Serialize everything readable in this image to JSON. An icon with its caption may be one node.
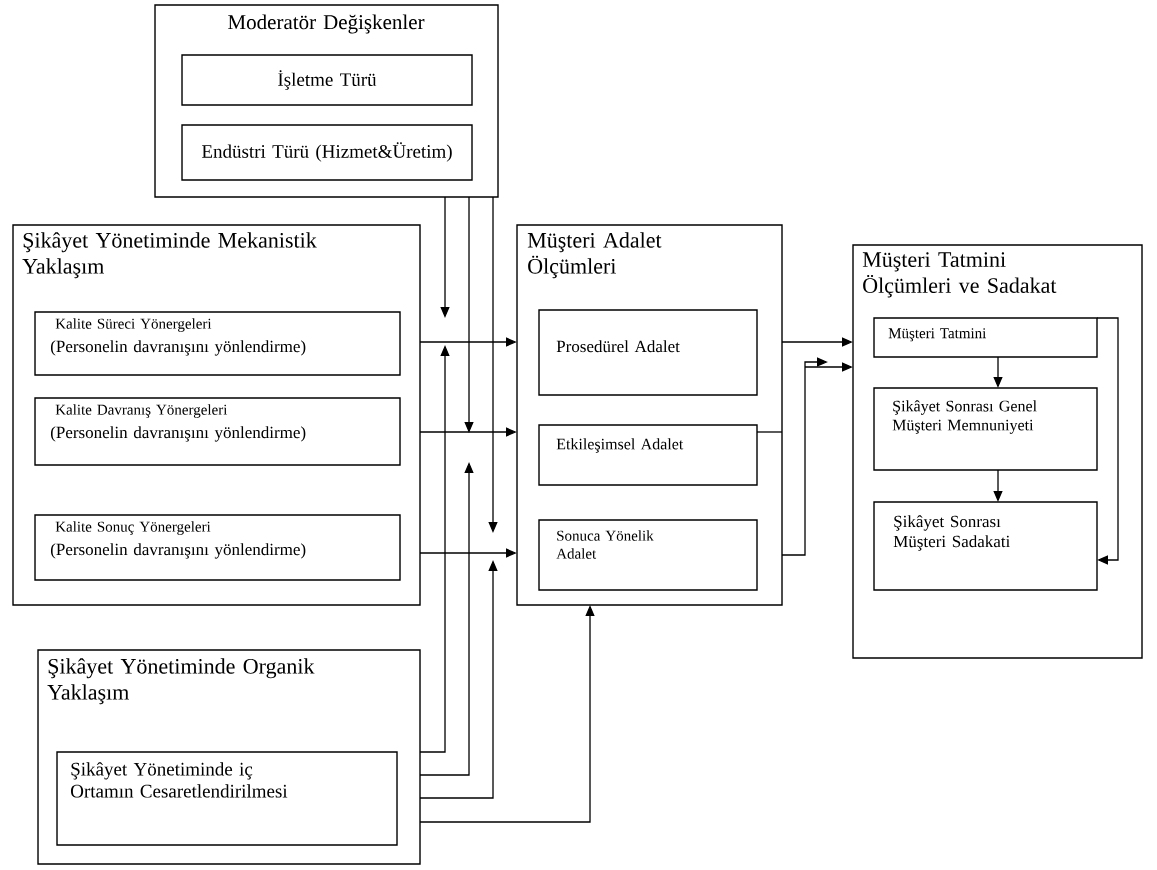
{
  "diagram": {
    "nodes": [
      {
        "text": [
          "Moderatör Değişkenler"
        ]
      },
      {
        "text": [
          "İşletme Türü"
        ],
        "in": 0
      },
      {
        "text": [
          "Endüstri Türü  (Hizmet&Üretim)"
        ],
        "in": 0
      },
      {
        "text": [
          "Şikâyet Yönetiminde Mekanistik Yaklaşım"
        ]
      },
      {
        "text": [
          "Kalite Süreci Yönergeleri",
          "(Personelin davranışını yönlendirme)"
        ],
        "in": 3
      },
      {
        "text": [
          "Kalite Davranış Yönergeleri",
          "(Personelin davranışını yönlendirme)"
        ],
        "in": 3
      },
      {
        "text": [
          "Kalite Sonuç Yönergeleri",
          "(Personelin davranışını yönlendirme)"
        ],
        "in": 3
      },
      {
        "text": [
          "Müşteri Adalet Ölçümleri"
        ]
      },
      {
        "text": [
          "Prosedürel Adalet"
        ],
        "in": 7
      },
      {
        "text": [
          "Etkileşimsel Adalet"
        ],
        "in": 7
      },
      {
        "text": [
          "Sonuca Yönelik Adalet"
        ],
        "in": 7
      },
      {
        "text": [
          "Şikâyet Yönetiminde Organik Yaklaşım"
        ]
      },
      {
        "text": [
          "Şikâyet Yönetiminde iç Ortamın Cesaretlendirilmesi"
        ],
        "in": 11
      },
      {
        "text": [
          "Müşteri Tatmini Ölçümleri ve Sadakat"
        ]
      },
      {
        "text": [
          "Müşteri Tatmini"
        ],
        "in": 13
      },
      {
        "text": [
          "Şikâyet Sonrası Genel Müşteri Memnuniyeti"
        ],
        "in": 13
      },
      {
        "text": [
          "Şikâyet Sonrası Müşteri Sadakati"
        ],
        "in": 13
      }
    ],
    "edges": [
      {
        "from": 0,
        "to": null,
        "arrow": "to"
      },
      {
        "from": 0,
        "to": null,
        "arrow": "to"
      },
      {
        "from": 0,
        "to": null,
        "arrow": "to"
      },
      {
        "from": 3,
        "to": 7,
        "arrow": "to"
      },
      {
        "from": 3,
        "to": 7,
        "arrow": "to"
      },
      {
        "from": 3,
        "to": 7,
        "arrow": "to"
      },
      {
        "from": 11,
        "to": null,
        "arrow": "to"
      },
      {
        "from": 11,
        "to": null,
        "arrow": "to"
      },
      {
        "from": 11,
        "to": null,
        "arrow": "to"
      },
      {
        "from": 11,
        "to": 7,
        "arrow": "to"
      },
      {
        "from": 9,
        "to": 7,
        "arrow": "none"
      },
      {
        "from": 7,
        "to": 13,
        "arrow": "to"
      },
      {
        "from": null,
        "to": 13,
        "arrow": "to"
      },
      {
        "from": 7,
        "to": null,
        "arrow": "to"
      },
      {
        "from": 14,
        "to": 15,
        "arrow": "to"
      },
      {
        "from": 15,
        "to": 16,
        "arrow": "to"
      },
      {
        "from": 14,
        "to": 16,
        "arrow": "to"
      }
    ]
  }
}
